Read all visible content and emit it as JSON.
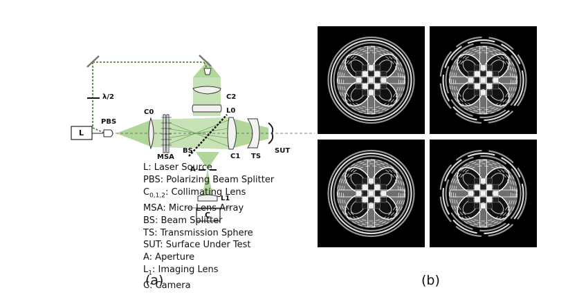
{
  "panel_a": {
    "labels": {
      "laser": "L",
      "half_wave_plate": "λ/2",
      "pbs": "PBS",
      "c0": "C0",
      "c1": "C1",
      "c2": "C2",
      "l0": "L0",
      "l1": "L1",
      "msa": "MSA",
      "bs": "BS",
      "ts": "TS",
      "sut": "SUT",
      "aperture": "A",
      "camera": "C"
    },
    "legend": [
      {
        "key": "L",
        "sub": "",
        "desc": ": Laser Source"
      },
      {
        "key": "PBS",
        "sub": "",
        "desc": ": Polarizing Beam Splitter"
      },
      {
        "key": "C",
        "sub": "0,1,2",
        "desc": ": Collimating Lens"
      },
      {
        "key": "MSA",
        "sub": "",
        "desc": ": Micro Lens Array"
      },
      {
        "key": "BS",
        "sub": "",
        "desc": ": Beam Splitter"
      },
      {
        "key": "TS",
        "sub": "",
        "desc": ": Transmission Sphere"
      },
      {
        "key": "SUT",
        "sub": "",
        "desc": ": Surface Under Test"
      },
      {
        "key": "A",
        "sub": "",
        "desc": ": Aperture"
      },
      {
        "key": "L",
        "sub": "1",
        "desc": ": Imaging Lens"
      },
      {
        "key": "C",
        "sub": "",
        "desc": ": Camera"
      }
    ],
    "caption": "(a)",
    "colors": {
      "beam": "#a9d18e",
      "beam_dark": "#4f8a2a",
      "path": "#3a7d1a",
      "optic": "#f2f2f2"
    }
  },
  "panel_b": {
    "caption": "(b)",
    "images": [
      {
        "name": "interferogram-top-left"
      },
      {
        "name": "interferogram-top-right"
      },
      {
        "name": "interferogram-bottom-left"
      },
      {
        "name": "interferogram-bottom-right"
      }
    ]
  }
}
